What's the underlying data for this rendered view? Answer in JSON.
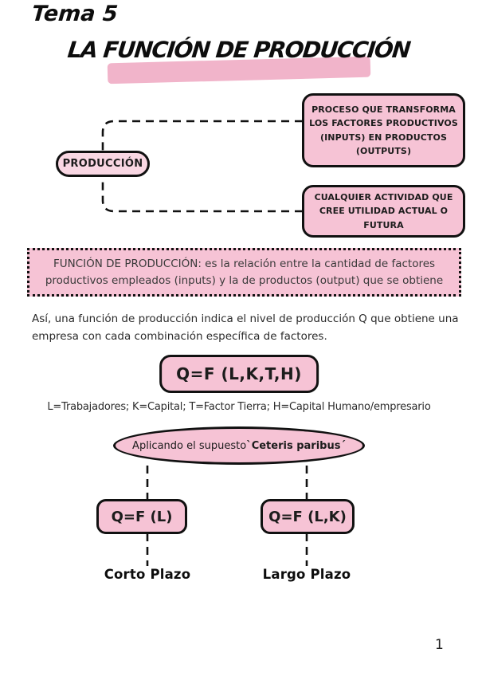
{
  "page": {
    "topic_label": "Tema 5",
    "title": "LA FUNCIÓN DE PRODUCCIÓN",
    "page_number": "1"
  },
  "colors": {
    "pink_fill": "#f6c3d5",
    "pink_light": "#f9d7e3",
    "title_highlight": "#f1b4ca",
    "ink": "#111111"
  },
  "mindmap": {
    "root_label": "PRODUCCIÓN",
    "branches": [
      {
        "label": "PROCESO QUE TRANSFORMA\nLOS FACTORES PRODUCTIVOS\n(INPUTS) EN PRODUCTOS\n(OUTPUTS)"
      },
      {
        "label": "CUALQUIER ACTIVIDAD QUE\nCREE UTILIDAD ACTUAL O\nFUTURA"
      }
    ]
  },
  "definition": {
    "text": "FUNCIÓN DE PRODUCCIÓN: es la relación entre la cantidad de factores productivos empleados (inputs) y la de productos (output) que se obtiene"
  },
  "paragraph": {
    "text": "Así, una función de producción indica el nivel de producción Q que obtiene una empresa con cada combinación específica de factores."
  },
  "formula": {
    "general": "Q=F (L,K,T,H)",
    "legend": "L=Trabajadores; K=Capital; T=Factor Tierra; H=Capital Humano/empresario"
  },
  "assumption": {
    "prefix": "Aplicando el supuesto ",
    "emphasis": "`Ceteris paribus´"
  },
  "short_run": {
    "formula": "Q=F (L)",
    "label": "Corto Plazo"
  },
  "long_run": {
    "formula": "Q=F (L,K)",
    "label": "Largo Plazo"
  }
}
